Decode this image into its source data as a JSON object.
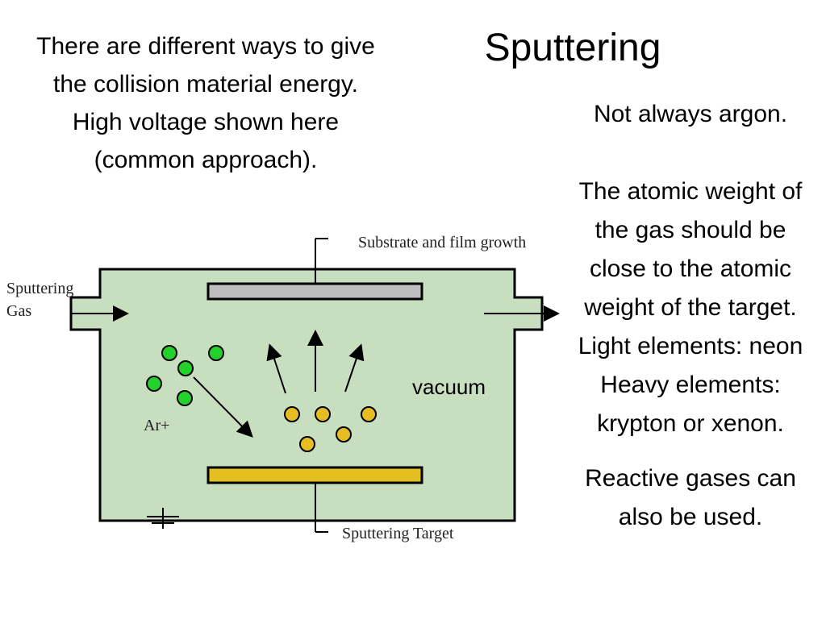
{
  "slide": {
    "title": "Sputtering",
    "left_note": "There are different ways to give the collision material energy. High voltage shown here (common approach).",
    "right_notes": {
      "line1": "Not always argon.",
      "atomic_weight": "The atomic weight of the gas should be close to the atomic weight of the target.",
      "light": "Light elements: neon",
      "heavy": "Heavy elements: krypton or xenon.",
      "reactive": "Reactive gases can also be used."
    }
  },
  "diagram": {
    "substrate_label": "Substrate and film growth",
    "gas_label_line1": "Sputtering",
    "gas_label_line2": "Gas",
    "ion_label": "Ar+",
    "vacuum_label": "vacuum",
    "target_label": "Sputtering Target",
    "colors": {
      "chamber_fill": "#c7dfbe",
      "substrate_fill": "#bdbdbd",
      "target_fill": "#e3bf1f",
      "ion_fill": "#22d22a",
      "sputtered_fill": "#e6be24"
    }
  }
}
